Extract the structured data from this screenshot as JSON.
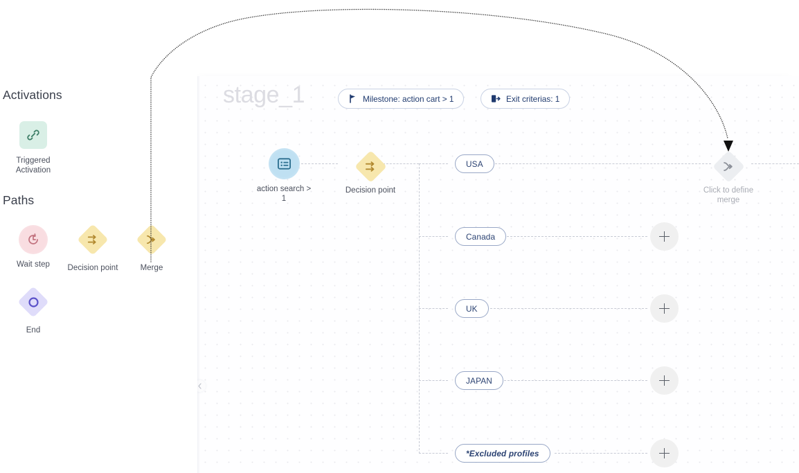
{
  "palette": {
    "sections": [
      {
        "title": "Activations",
        "items": [
          {
            "label": "Triggered\nActivation",
            "icon": "link-icon",
            "shape": "rounded-square",
            "color": "#d9efe6"
          }
        ]
      },
      {
        "title": "Paths",
        "items": [
          {
            "label": "Wait step",
            "icon": "clock-icon",
            "shape": "circle",
            "color": "#f9dde1"
          },
          {
            "label": "Decision point",
            "icon": "branch-arrows-icon",
            "shape": "diamond",
            "color": "#f7e7ad"
          },
          {
            "label": "Merge",
            "icon": "merge-arrow-icon",
            "shape": "diamond",
            "color": "#f7e7ad"
          },
          {
            "label": "End",
            "icon": "circle-outline-icon",
            "shape": "diamond",
            "color": "#dfdcfa"
          }
        ]
      }
    ]
  },
  "stage": {
    "title": "stage_1",
    "chips": [
      {
        "label": "Milestone: action cart > 1",
        "icon": "flag-icon"
      },
      {
        "label": "Exit criterias: 1",
        "icon": "exit-icon"
      }
    ]
  },
  "flow": {
    "entry_node": {
      "caption": "action search >\n1",
      "icon": "form-list-icon"
    },
    "decision_node": {
      "caption": "Decision point",
      "icon": "branch-arrows-icon"
    },
    "merge_node": {
      "caption": "Click to define\nmerge",
      "icon": "merge-arrow-icon"
    },
    "branches": [
      {
        "label": "USA",
        "excluded": false,
        "has_merge": true
      },
      {
        "label": "Canada",
        "excluded": false,
        "has_add": true,
        "add_label": "+"
      },
      {
        "label": "UK",
        "excluded": false,
        "has_add": true,
        "add_label": "+"
      },
      {
        "label": "JAPAN",
        "excluded": false,
        "has_add": true,
        "add_label": "+"
      },
      {
        "label": "*Excluded profiles",
        "excluded": true,
        "has_add": true,
        "add_label": "+"
      }
    ]
  },
  "colors": {
    "accent_navy": "#2b4272",
    "pill_border": "#98a7c6",
    "dash": "#c6cad4",
    "stage_title": "#dcdce2",
    "yellow": "#f7e7ad",
    "green": "#d9efe6",
    "pink": "#f9dde1",
    "lilac": "#dfdcfa",
    "blue": "#bfe0f2",
    "gray_node": "#eceef1"
  }
}
